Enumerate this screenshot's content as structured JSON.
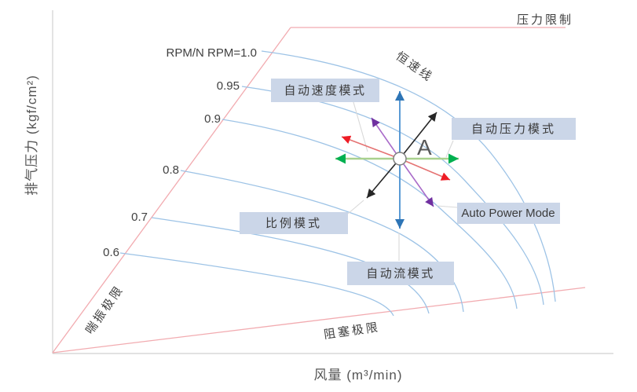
{
  "chart_data": {
    "type": "line",
    "xlabel": "风量 (m³/min)",
    "ylabel": "排气压力 (kgf/cm²)",
    "grid": false,
    "legend_position": "none",
    "curves": [
      {
        "label": "RPM/N RPM=1.0",
        "ratio": 1.0
      },
      {
        "label": "0.95",
        "ratio": 0.95
      },
      {
        "label": "0.9",
        "ratio": 0.9
      },
      {
        "label": "0.8",
        "ratio": 0.8
      },
      {
        "label": "0.7",
        "ratio": 0.7
      },
      {
        "label": "0.6",
        "ratio": 0.6
      }
    ],
    "limit_lines": [
      {
        "label": "压力限制",
        "position": "horizontal-top"
      },
      {
        "label": "喘振极限",
        "position": "diagonal-upper-left"
      },
      {
        "label": "阻塞极限",
        "position": "diagonal-lower-right"
      }
    ],
    "constant_speed_label": "恒速线",
    "operating_point": {
      "label": "A"
    },
    "arrows": [
      {
        "axis": "vertical up-down",
        "color_head": "#2e75b6",
        "color_shaft": "#5b9bd5"
      },
      {
        "axis": "horizontal left-right",
        "color_head": "#00b050",
        "color_shaft": "#a9d18e"
      },
      {
        "axis": "shallow diagonal upleft-downright",
        "color_head": "#ee1c25",
        "color_shaft": "#e57373"
      },
      {
        "axis": "steep diagonal upleft-downright",
        "color_head": "#7030a0",
        "color_shaft": "#a96bc9"
      },
      {
        "axis": "diagonal upright-downleft",
        "color_head": "#262626",
        "color_shaft": "#262626"
      }
    ]
  },
  "modes": {
    "auto_speed": "自动速度模式",
    "auto_pressure": "自动压力模式",
    "auto_power": "Auto Power Mode",
    "proportional": "比例模式",
    "auto_flow": "自动流模式"
  },
  "colors": {
    "curve": "#9dc3e6",
    "limit_line": "#f2abb0",
    "axis": "#d0d0d0",
    "connector": "#d9d9d9",
    "mode_box": "#cbd6e8",
    "text": "#404040",
    "arrow_blue_head": "#2e75b6",
    "arrow_blue_shaft": "#5b9bd5",
    "arrow_green_head": "#00b050",
    "arrow_green_shaft": "#a9d18e",
    "arrow_red_head": "#ee1c25",
    "arrow_red_shaft": "#e57373",
    "arrow_purple_head": "#7030a0",
    "arrow_purple_shaft": "#a96bc9",
    "arrow_black": "#262626",
    "point_fill": "#ffffff",
    "point_stroke": "#7f7f7f"
  }
}
